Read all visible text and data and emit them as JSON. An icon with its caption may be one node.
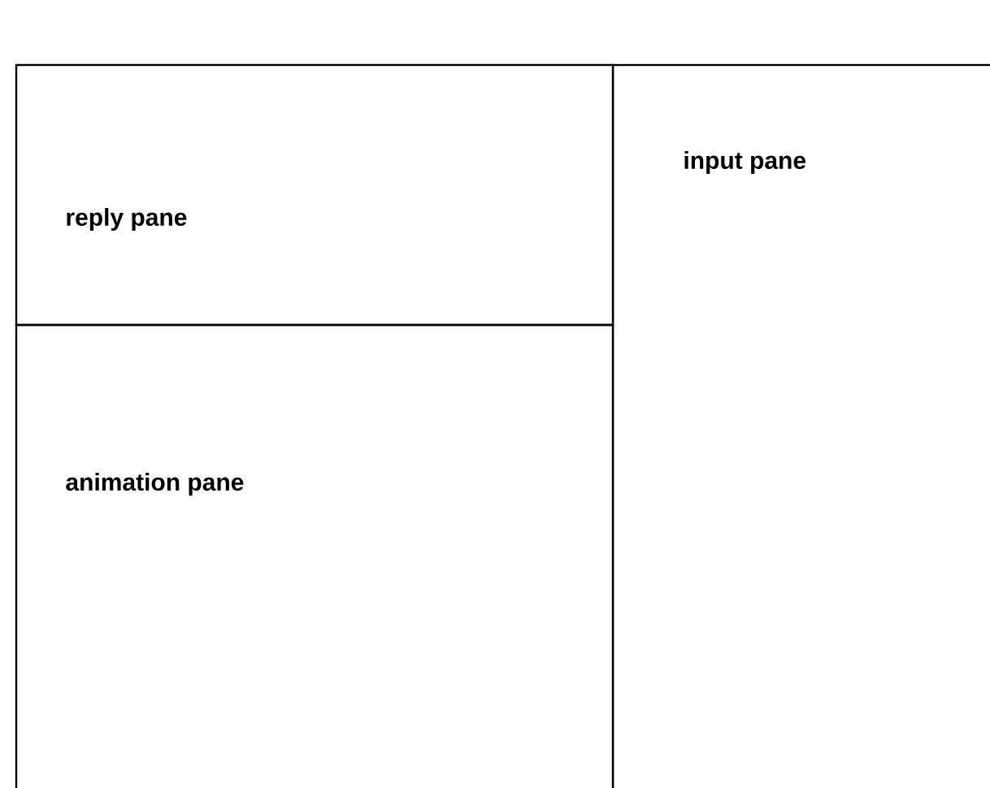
{
  "diagram": {
    "nodes": [
      {
        "text": [
          "reply pane"
        ]
      },
      {
        "text": [
          "input pane"
        ]
      },
      {
        "text": [
          "animation pane"
        ]
      }
    ]
  }
}
